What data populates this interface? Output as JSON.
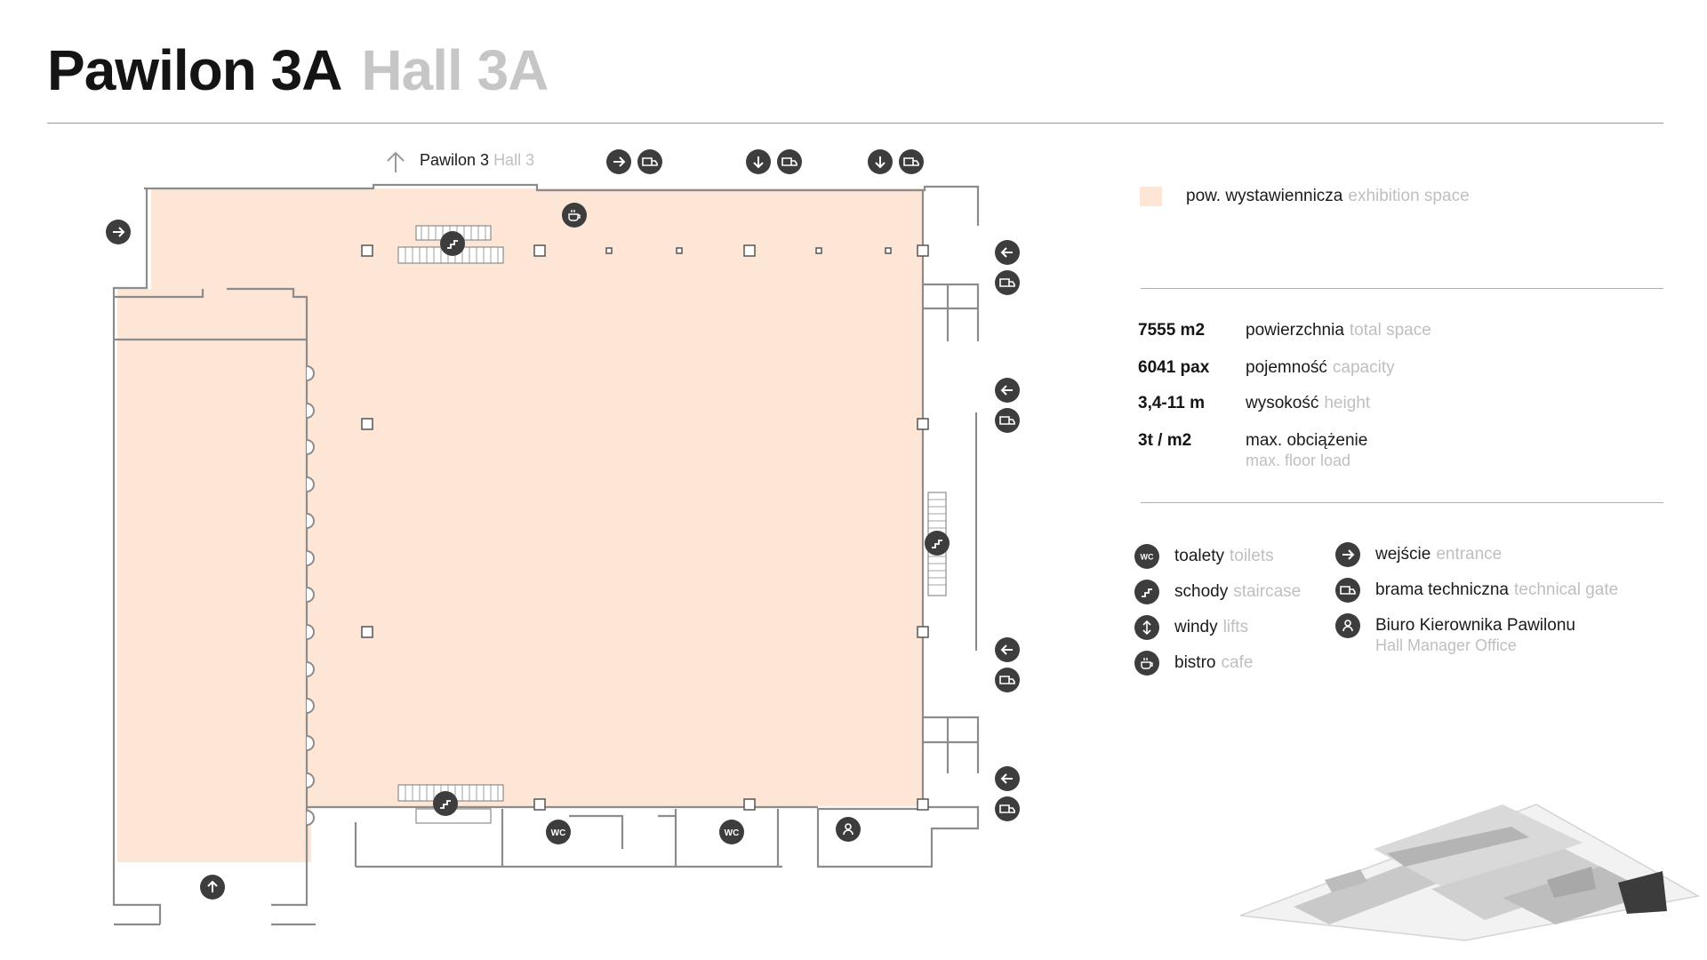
{
  "title": {
    "pl": "Pawilon 3A",
    "en": "Hall 3A"
  },
  "plan": {
    "north_label_pl": "Pawilon 3",
    "north_label_en": "Hall 3",
    "wc_label": "WC"
  },
  "legend_space": {
    "pl": "pow. wystawiennicza",
    "en": "exhibition space",
    "color": "#fde6d6"
  },
  "stats": [
    {
      "value": "7555 m2",
      "pl": "powierzchnia",
      "en": "total space"
    },
    {
      "value": "6041 pax",
      "pl": "pojemność",
      "en": "capacity"
    },
    {
      "value": "3,4-11 m",
      "pl": "wysokość",
      "en": "height"
    },
    {
      "value": "3t / m2",
      "pl": "max. obciążenie",
      "en": "max. floor load"
    }
  ],
  "icon_legend": [
    {
      "icon": "wc-icon",
      "pl": "toalety",
      "en": "toilets"
    },
    {
      "icon": "stairs-icon",
      "pl": "schody",
      "en": "staircase"
    },
    {
      "icon": "lift-icon",
      "pl": "windy",
      "en": "lifts"
    },
    {
      "icon": "cafe-icon",
      "pl": "bistro",
      "en": "cafe"
    },
    {
      "icon": "entrance-icon",
      "pl": "wejście",
      "en": "entrance"
    },
    {
      "icon": "truck-icon",
      "pl": "brama techniczna",
      "en": "technical gate"
    },
    {
      "icon": "person-icon",
      "pl": "Biuro Kierownika Pawilonu",
      "en": "Hall Manager Office"
    }
  ],
  "colors": {
    "exhibition": "#fde6d6",
    "icon_bg": "#3d3d3d",
    "wall": "#8c8c8c",
    "muted_text": "#bfbfbf"
  }
}
